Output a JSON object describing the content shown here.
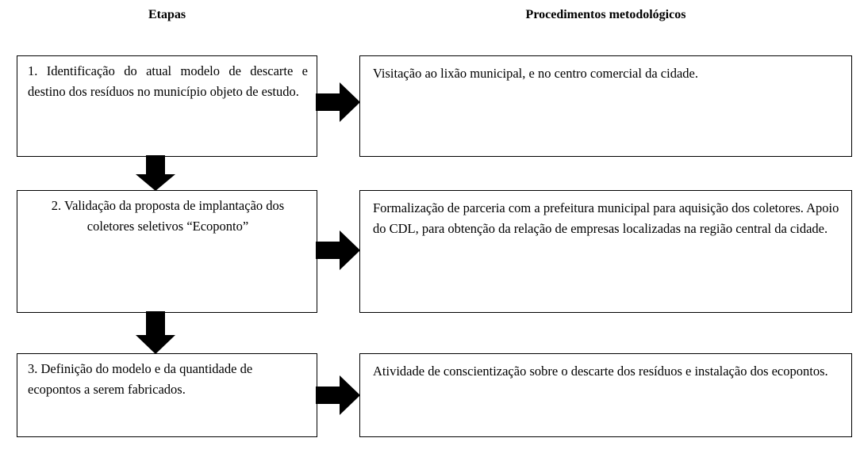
{
  "diagram": {
    "title": "Etapas e Procedimentos metodológicos",
    "columns": [
      {
        "key": "etapas",
        "label": "Etapas"
      },
      {
        "key": "procedimentos",
        "label": "Procedimentos metodológicos"
      }
    ],
    "colors": {
      "background": "#ffffff",
      "box_border": "#000000",
      "text": "#000000",
      "arrow_fill": "#000000"
    },
    "rows": [
      {
        "index": "1",
        "stage": "1. Identificação do atual modelo de descarte e destino dos resíduos no município objeto de estudo.",
        "stage_align": "justify",
        "procedure": "Visitação ao lixão municipal, e no centro comercial da cidade.",
        "procedure_align": "left",
        "connector_right": "right-arrow-icon",
        "connector_down": "down-arrow-icon"
      },
      {
        "index": "2",
        "stage": "2. Validação da proposta de implantação dos coletores seletivos “Ecoponto”",
        "stage_align": "center",
        "procedure": "Formalização de parceria com a prefeitura municipal para aquisição dos coletores. Apoio do CDL, para obtenção da relação de empresas localizadas na região central da cidade.",
        "procedure_align": "left",
        "connector_right": "right-arrow-icon",
        "connector_down": "down-arrow-icon"
      },
      {
        "index": "3",
        "stage": "3. Definição do modelo e da quantidade de ecopontos a serem fabricados.",
        "stage_align": "left",
        "procedure": "Atividade de conscientização sobre o descarte dos resíduos e instalação dos ecopontos.",
        "procedure_align": "left",
        "connector_right": "right-arrow-icon",
        "connector_down": null
      }
    ]
  }
}
